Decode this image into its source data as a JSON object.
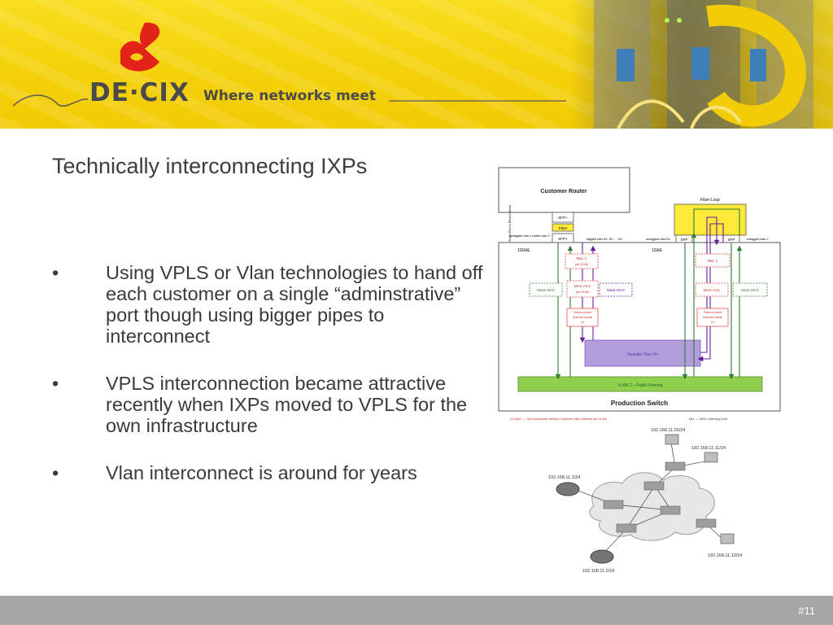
{
  "header": {
    "brand_name": "DE·CIX",
    "tagline": "Where networks meet"
  },
  "slide": {
    "title": "Technically interconnecting IXPs",
    "bullets": [
      "Using VPLS or Vlan technologies to hand off each customer on a single “adminstrative” port though using bigger pipes to interconnect",
      "VPLS interconnection became attractive recently when IXPs moved to VPLS for the own infrastructure",
      "Vlan interconnect is around for years"
    ],
    "bullet_glyph": "•"
  },
  "diagram": {
    "customer_router": "Customer Router",
    "fiber_loop": "Fiber Loop",
    "sfp_plus": "SFP+",
    "fiber": "Fiber",
    "single_port": "Single Port or EtherChannel",
    "untagged_native": "untagged vlan 1 native vlan 2",
    "tagged_vlans": "tagged vlan R1, R2, ... Rn",
    "untagged_rn": "untagged vlan Rn",
    "sfp": "SFP",
    "untagged_vlan2": "untagged vlan 2",
    "speed_10g": "10GbE",
    "speed_1g": "1GbE",
    "mll": "MLL 1",
    "per_vlan": "per VLAN",
    "static_mac": "Static MAC",
    "mac_acl": "MAC-ACL",
    "storm_control": "Storm-control",
    "unknown_unicast": "Unknown unicast",
    "one_percent": "1%",
    "reseller_vlan": "Reseller Vlan Rn",
    "vlan2": "VLAN 2 – Public Peering",
    "production_switch": "Production Switch",
    "footnote_left": "(1) MAC → One acceptable defined Customer-Mac-Address per VLAN",
    "footnote_right": "MLL → MAC-Learning-Limit"
  },
  "network": {
    "ip_top": "192.168.11.25/24",
    "ip_right": "192.168.11.11/24",
    "ip_left": "192.168.11.1/24",
    "ip_bottom_right": "192.168.11.12/24",
    "ip_bottom": "192.168.11.2/24"
  },
  "footer": {
    "page_number": "#11"
  },
  "colors": {
    "banner_yellow": "#f4d10a",
    "brand_red": "#e2231a",
    "brand_gray": "#4a4a4a",
    "footer_gray": "#a6a6a6",
    "vlan_green": "#8fd14f",
    "reseller_purple": "#b39ddb"
  }
}
